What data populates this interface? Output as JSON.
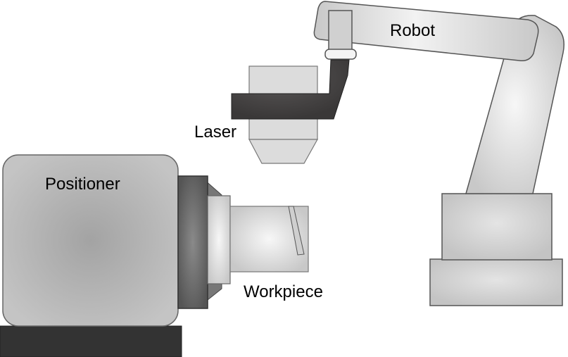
{
  "diagram": {
    "title": "Robotic laser processing cell",
    "labels": {
      "robot": "Robot",
      "laser": "Laser",
      "positioner": "Positioner",
      "workpiece": "Workpiece"
    },
    "colors": {
      "outline": "#555555",
      "light_gray": "#d9d9d9",
      "mid_gray": "#bdbdbd",
      "dark": "#333333",
      "laser_arm": "#444444",
      "background": "#ffffff"
    }
  }
}
